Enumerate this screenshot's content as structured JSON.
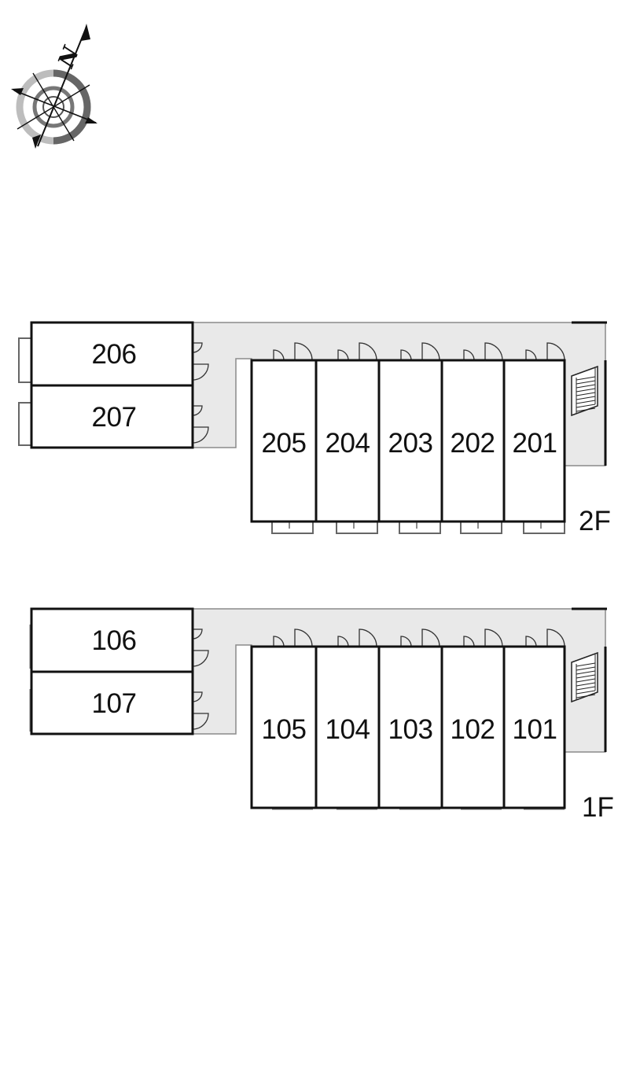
{
  "compass": {
    "north_label": "N",
    "icon": "compass-rose-icon"
  },
  "colors": {
    "wall": "#111111",
    "corridor_fill": "#e9e9e9",
    "corridor_edge": "#8a8a8a",
    "compass_ring_dark": "#666666",
    "compass_ring_light": "#bdbdbd"
  },
  "floors": [
    {
      "id": "2F",
      "label": "2F",
      "rooms": [
        {
          "number": "206"
        },
        {
          "number": "207"
        },
        {
          "number": "205"
        },
        {
          "number": "204"
        },
        {
          "number": "203"
        },
        {
          "number": "202"
        },
        {
          "number": "201"
        }
      ],
      "stairs_icon": "stairs-icon"
    },
    {
      "id": "1F",
      "label": "1F",
      "rooms": [
        {
          "number": "106"
        },
        {
          "number": "107"
        },
        {
          "number": "105"
        },
        {
          "number": "104"
        },
        {
          "number": "103"
        },
        {
          "number": "102"
        },
        {
          "number": "101"
        }
      ],
      "stairs_icon": "stairs-icon"
    }
  ]
}
